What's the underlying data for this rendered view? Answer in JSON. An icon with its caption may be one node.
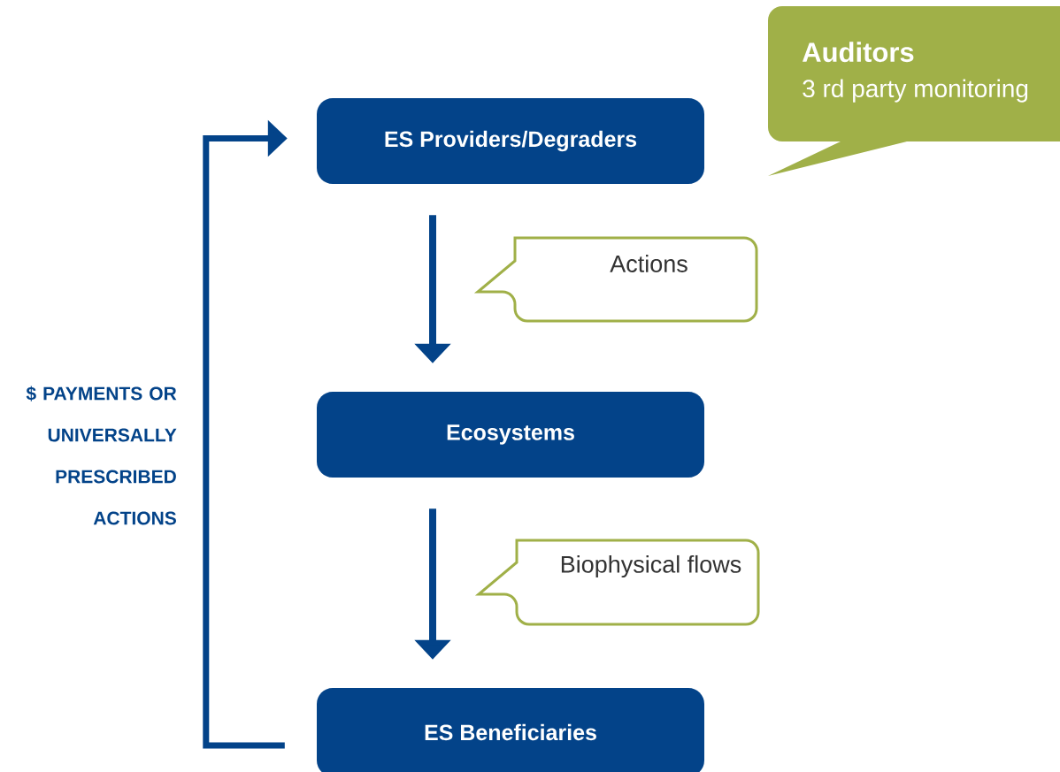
{
  "diagram": {
    "nodes": [
      {
        "text": [
          "Auditors",
          "3 rd party monitoring"
        ]
      },
      {
        "text": [
          "ES Providers/Degraders"
        ]
      },
      {
        "text": [
          "Actions"
        ]
      },
      {
        "text": [
          "Ecosystems"
        ]
      },
      {
        "text": [
          "Biophysical flows"
        ]
      },
      {
        "text": [
          "ES Beneficiaries"
        ]
      }
    ],
    "edges": [
      {
        "from": 1,
        "to": 3,
        "arrow": "to"
      },
      {
        "from": 3,
        "to": 5,
        "arrow": "to"
      },
      {
        "from": 5,
        "to": 1,
        "arrow": "to",
        "label": "$ PAYMENTS OR UNIVERSALLY PRESCRIBED ACTIONS"
      }
    ]
  }
}
